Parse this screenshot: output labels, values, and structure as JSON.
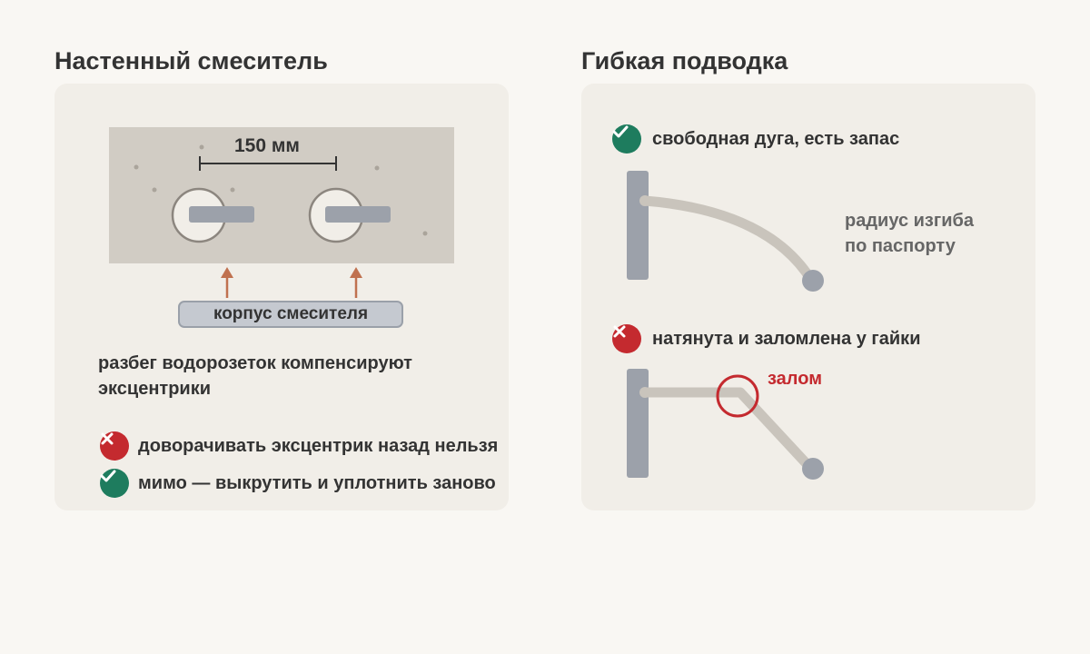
{
  "left": {
    "title": "Настенный смеситель",
    "dimension": "150 мм",
    "body_label": "корпус смесителя",
    "caption_line1": "разбег водорозеток компенсируют",
    "caption_line2": "эксцентрики",
    "bad_rule": "доворачивать эксцентрик назад нельзя",
    "good_rule": "мимо — выкрутить и уплотнить заново"
  },
  "right": {
    "title": "Гибкая подводка",
    "good_case": "свободная дуга, есть запас",
    "bend_note_line1": "радиус изгиба",
    "bend_note_line2": "по паспорту",
    "bad_case": "натянута и заломлена у гайки",
    "kink_label": "залом"
  },
  "icons": {
    "ok": "check-circle-icon",
    "bad": "cross-circle-icon"
  },
  "colors": {
    "ok": "#1e7c5e",
    "bad": "#c42a2f",
    "arrow": "#c0714f",
    "wall": "#d1ccc4",
    "hose": "#c9c4bc",
    "metal": "#9ca1aa"
  }
}
